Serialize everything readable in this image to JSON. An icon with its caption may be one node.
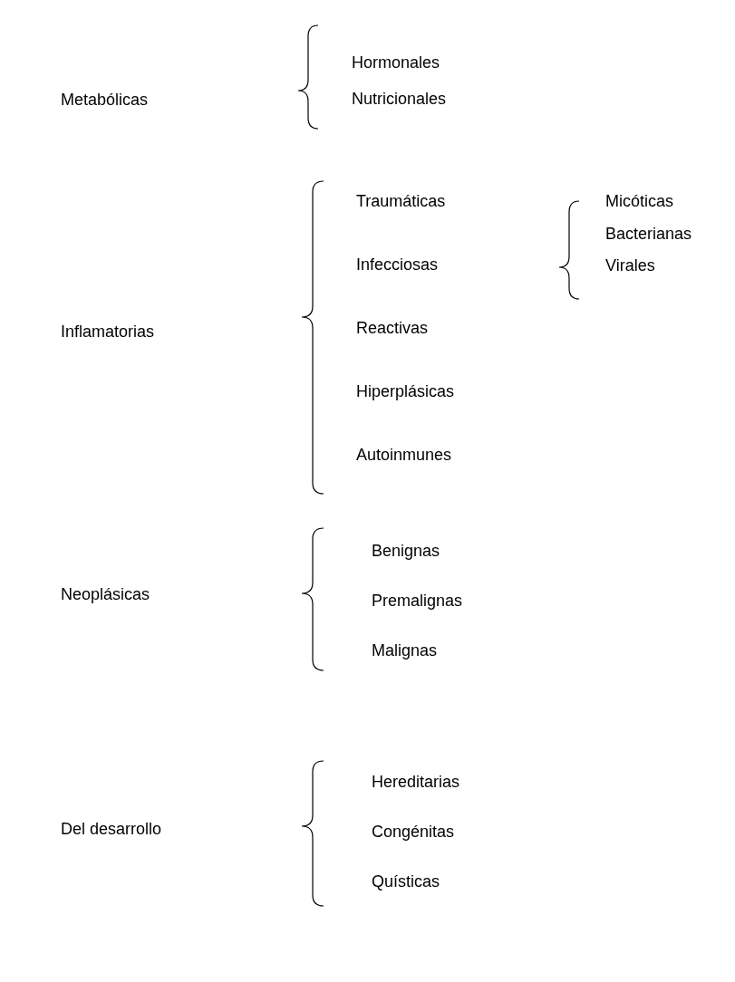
{
  "diagram": {
    "labels": [
      "Hormonales",
      "Metabólicas",
      "Nutricionales",
      "Traumáticas",
      "Micóticas",
      "Bacterianas",
      "Infecciosas",
      "Virales",
      "Inflamatorias",
      "Reactivas",
      "Hiperplásicas",
      "Autoinmunes",
      "Benignas",
      "Neoplásicas",
      "Premalignas",
      "Malignas",
      "Hereditarias",
      "Del desarrollo",
      "Congénitas",
      "Quísticas"
    ]
  }
}
